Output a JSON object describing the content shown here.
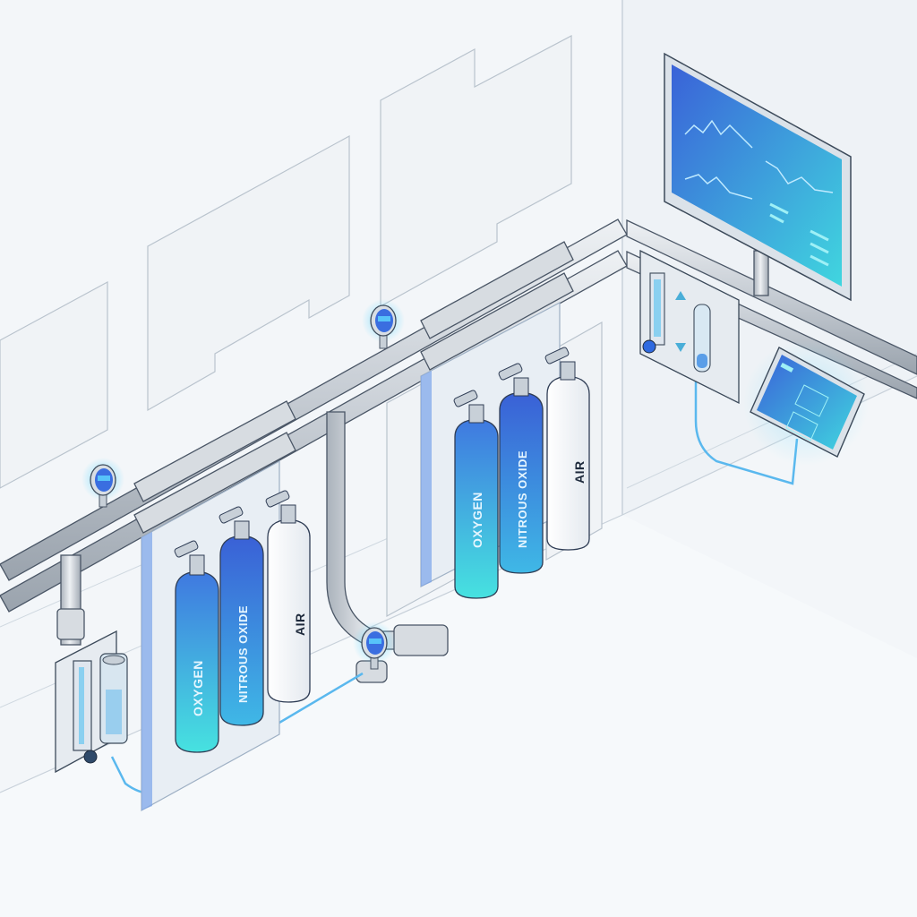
{
  "scene": {
    "title": "Isometric medical gas supply system",
    "colors": {
      "wall": "#f1f5f8",
      "floor": "#f5f8fa",
      "pipe": "#c9cfd6",
      "pipe_dark": "#8d959e",
      "outline": "#3c4a5a",
      "oxygen_top": "#3f78e0",
      "oxygen_bottom": "#45e0e0",
      "nitrous_top": "#3a62d8",
      "nitrous_bottom": "#3fb6e8",
      "air": "#ffffff",
      "glow": "#5fd8ff",
      "screen_start": "#3a6ee0",
      "screen_end": "#3fd6e0"
    }
  },
  "cylinder_groups": [
    {
      "id": "left",
      "cylinders": [
        {
          "label": "OXYGEN",
          "gas": "oxygen"
        },
        {
          "label": "NITROUS OXIDE",
          "gas": "nitrous"
        },
        {
          "label": "AIR",
          "gas": "air"
        }
      ]
    },
    {
      "id": "right",
      "cylinders": [
        {
          "label": "OXYGEN",
          "gas": "oxygen"
        },
        {
          "label": "NITROUS OXIDE",
          "gas": "nitrous"
        },
        {
          "label": "AIR",
          "gas": "air"
        }
      ]
    }
  ],
  "gauges": [
    {
      "id": "gauge-upper-left"
    },
    {
      "id": "gauge-upper-center"
    },
    {
      "id": "gauge-lower-center"
    }
  ],
  "monitor": {
    "panels": [
      "trend-chart-1",
      "trend-chart-2",
      "trend-chart-3",
      "status-list"
    ]
  },
  "tablet": {
    "panels": [
      "menu-list",
      "chart-card",
      "status-card"
    ]
  },
  "flowmeters": [
    {
      "id": "flowmeter-left"
    },
    {
      "id": "flowmeter-right"
    }
  ]
}
